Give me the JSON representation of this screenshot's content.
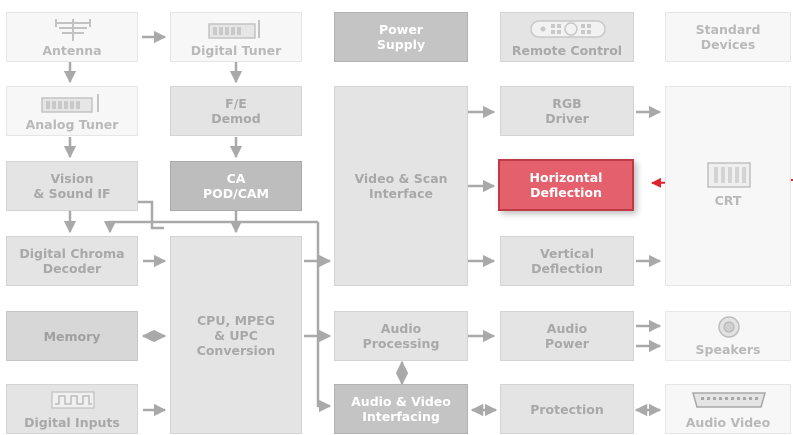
{
  "diagram": {
    "blocks": {
      "antenna": "Antenna",
      "digital_tuner": "Digital Tuner",
      "power_supply": [
        "Power",
        "Supply"
      ],
      "remote_control": "Remote Control",
      "standard_devices": [
        "Standard",
        "Devices"
      ],
      "analog_tuner": "Analog Tuner",
      "fe_demod": [
        "F/E",
        "Demod"
      ],
      "rgb_driver": [
        "RGB",
        "Driver"
      ],
      "vision_sound_if": [
        "Vision",
        "& Sound IF"
      ],
      "ca_pod_cam": [
        "CA",
        "POD/CAM"
      ],
      "video_scan_interface": [
        "Video & Scan",
        "Interface"
      ],
      "horizontal_deflection": [
        "Horizontal",
        "Deflection"
      ],
      "crt": "CRT",
      "digital_chroma_decoder": [
        "Digital Chroma",
        "Decoder"
      ],
      "vertical_deflection": [
        "Vertical",
        "Deflection"
      ],
      "memory": "Memory",
      "cpu_mpeg_upc": [
        "CPU, MPEG",
        "& UPC",
        "Conversion"
      ],
      "audio_processing": [
        "Audio",
        "Processing"
      ],
      "audio_power": [
        "Audio",
        "Power"
      ],
      "speakers": "Speakers",
      "digital_inputs": "Digital Inputs",
      "audio_video_interfacing": [
        "Audio & Video",
        "Interfacing"
      ],
      "protection": "Protection",
      "audio_video": "Audio Video"
    },
    "highlighted": "horizontal_deflection",
    "colors": {
      "highlight_fill": "#e4606c",
      "highlight_border": "#c03a46",
      "pointer_arrow": "#e0242e",
      "connector": "#a9a9a9"
    },
    "icons": [
      "antenna-icon",
      "digital-tuner-icon",
      "remote-control-icon",
      "analog-tuner-icon",
      "crt-icon",
      "speaker-icon",
      "digital-inputs-icon",
      "av-connector-icon"
    ]
  }
}
